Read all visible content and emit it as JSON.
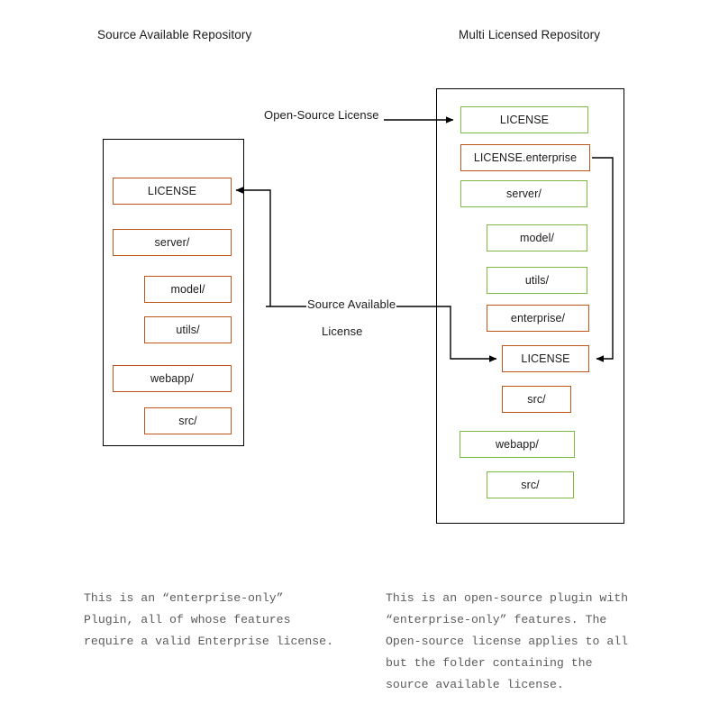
{
  "diagram": {
    "title_left": "Source Available Repository",
    "title_right": "Multi Licensed Repository",
    "colors": {
      "orange": "#c0551a",
      "green": "#7fba42",
      "outline": "#000000",
      "caption_text": "#5c5c5c"
    },
    "edge_labels": {
      "open_source_license": "Open-Source License",
      "source_available_line1": "Source Available",
      "source_available_line2": "License"
    },
    "left_repo": {
      "items": [
        {
          "label": "LICENSE",
          "color": "orange",
          "indent": 0
        },
        {
          "label": "server/",
          "color": "orange",
          "indent": 0
        },
        {
          "label": "model/",
          "color": "orange",
          "indent": 1
        },
        {
          "label": "utils/",
          "color": "orange",
          "indent": 1
        },
        {
          "label": "webapp/",
          "color": "orange",
          "indent": 0
        },
        {
          "label": "src/",
          "color": "orange",
          "indent": 1
        }
      ]
    },
    "right_repo": {
      "items": [
        {
          "label": "LICENSE",
          "color": "green",
          "indent": 0
        },
        {
          "label": "LICENSE.enterprise",
          "color": "orange",
          "indent": 0
        },
        {
          "label": "server/",
          "color": "green",
          "indent": 0
        },
        {
          "label": "model/",
          "color": "green",
          "indent": 1
        },
        {
          "label": "utils/",
          "color": "green",
          "indent": 1
        },
        {
          "label": "enterprise/",
          "color": "orange",
          "indent": 1
        },
        {
          "label": "LICENSE",
          "color": "orange",
          "indent": 1
        },
        {
          "label": "src/",
          "color": "orange",
          "indent": 1
        },
        {
          "label": "webapp/",
          "color": "green",
          "indent": 0
        },
        {
          "label": "src/",
          "color": "green",
          "indent": 1
        }
      ]
    },
    "captions": {
      "left": "This is an “enterprise-only”\nPlugin, all of whose features\nrequire a valid Enterprise license.",
      "right": "This is an open-source plugin with\n“enterprise-only” features. The\nOpen-source license applies to all\nbut the folder containing the\nsource available license."
    }
  }
}
